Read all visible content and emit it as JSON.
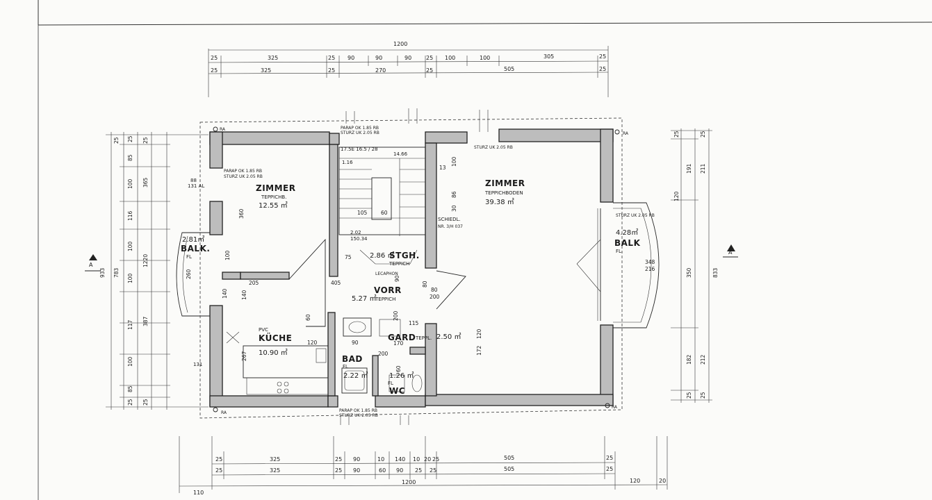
{
  "top_dims": {
    "total": "1200",
    "row1": [
      "25",
      "325",
      "25",
      "90",
      "90",
      "90",
      "25",
      "100",
      "100",
      "305",
      "25"
    ],
    "row2": [
      "25",
      "325",
      "25",
      "270",
      "25",
      "505",
      "25"
    ]
  },
  "bottom_dims": {
    "row1": [
      "25",
      "325",
      "25",
      "90",
      "10",
      "140",
      "10",
      "20",
      "25",
      "505",
      "25"
    ],
    "row2": [
      "25",
      "325",
      "25",
      "90",
      "60",
      "90",
      "25",
      "25",
      "505",
      "25"
    ],
    "total": "1200",
    "extra": [
      "110",
      "120",
      "20"
    ]
  },
  "left_dims": {
    "outer": [
      "933",
      "783"
    ],
    "col1": [
      "25",
      "85",
      "100",
      "116",
      "100",
      "100",
      "117",
      "100",
      "85",
      "25"
    ],
    "col2": [
      "365",
      "1220",
      "387"
    ],
    "col3": [
      "25",
      "25",
      "25"
    ]
  },
  "right_dims": {
    "outer": "833",
    "col1": [
      "25",
      "191",
      "350",
      "182",
      "25"
    ],
    "col2": [
      "211",
      "212"
    ],
    "col3": [
      "25",
      "25",
      "120"
    ]
  },
  "rooms": {
    "zimmer1": {
      "name": "ZIMMER",
      "sub": "TEPPICHB.",
      "area": "12.55 ㎡"
    },
    "zimmer2": {
      "name": "ZIMMER",
      "sub": "TEPPICHBODEN",
      "area": "39.38 ㎡"
    },
    "balk_left": {
      "name": "BALK.",
      "area": "2.81㎡",
      "fl": "FL"
    },
    "balk_right": {
      "name": "BALK",
      "area": "4.28㎡",
      "fl": "FL."
    },
    "kueche": {
      "name": "KÜCHE",
      "sub": "PVC",
      "area": "10.90 ㎡"
    },
    "stgh": {
      "name": "STGH.",
      "sub": "TEPPICH",
      "area": "2.86 ㎡"
    },
    "vorr": {
      "name": "VORR",
      "sub": "TEPPICH",
      "area": "5.27 ㎡"
    },
    "gard": {
      "name": "GARD",
      "sub": "TEPPL.",
      "area": "2.50 ㎡"
    },
    "bad": {
      "name": "BAD",
      "fl": "FL",
      "area": "2.22 ㎡"
    },
    "wc": {
      "name": "WC",
      "fl": "FL",
      "area": "1.26 ㎡"
    }
  },
  "labels": {
    "ra": "RA",
    "section_a": "A",
    "parap": "PARAP OK 1.85 RB",
    "sturz": "STURZ UK 2.05 RB",
    "sturz2": "STURZ UK 2.05 RB",
    "schiedl": "SCHIEDL.",
    "nr": "NR. 3/H 037",
    "stair1": "17.5E 16.5 / 28",
    "stair2": "14.66",
    "lev1": "1.16",
    "lev2": "2.02",
    "lev3": "150.34",
    "lev_al": "131 AL",
    "lev_al2": "131",
    "lev88": "88",
    "lecaphon": "LECAPHON",
    "inner": [
      "13",
      "100",
      "86",
      "30",
      "405",
      "75",
      "105",
      "60",
      "205",
      "140",
      "140",
      "120",
      "267",
      "90",
      "200",
      "60",
      "170",
      "200",
      "115",
      "80",
      "100",
      "172",
      "120",
      "90",
      "80",
      "60",
      "360",
      "348",
      "216",
      "200",
      "260"
    ]
  }
}
